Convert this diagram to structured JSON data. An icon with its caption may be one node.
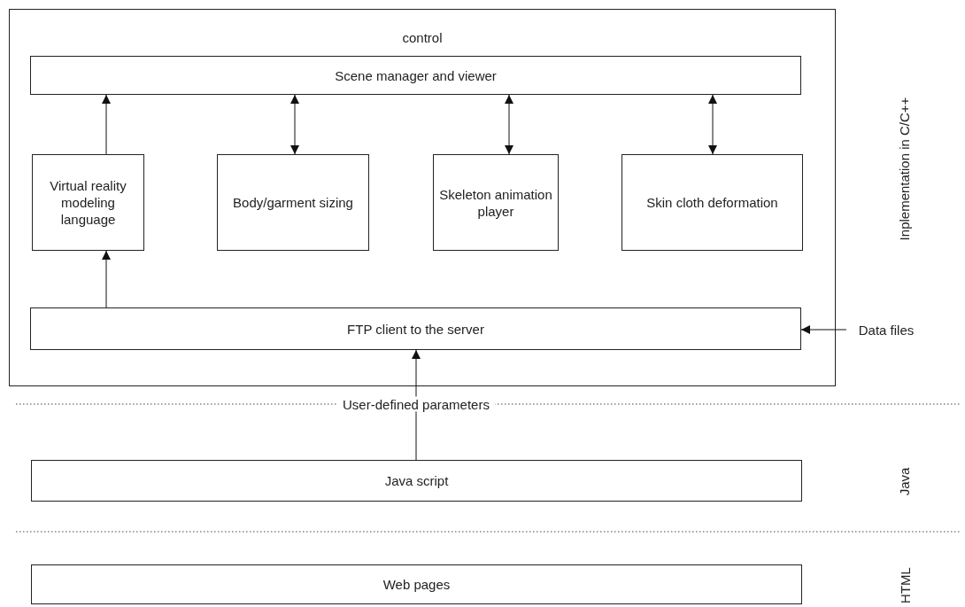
{
  "diagram": {
    "nodes": [
      {
        "text": [
          "control"
        ]
      },
      {
        "text": [
          "Scene manager and viewer"
        ],
        "in": 0
      },
      {
        "text": [
          "Virtual reality modeling language"
        ],
        "in": 0
      },
      {
        "text": [
          "Body/garment sizing"
        ],
        "in": 0
      },
      {
        "text": [
          "Skeleton animation player"
        ],
        "in": 0
      },
      {
        "text": [
          "Skin cloth deformation"
        ],
        "in": 0
      },
      {
        "text": [
          "FTP client to the server"
        ],
        "in": 0
      },
      {
        "text": [
          "Data files"
        ]
      },
      {
        "text": [
          "Java script"
        ]
      },
      {
        "text": [
          "Web pages"
        ]
      }
    ],
    "edges": [
      {
        "from": 2,
        "to": 1,
        "arrow": "to"
      },
      {
        "from": 3,
        "to": 1,
        "arrow": "both"
      },
      {
        "from": 4,
        "to": 1,
        "arrow": "both"
      },
      {
        "from": 5,
        "to": 1,
        "arrow": "both"
      },
      {
        "from": 6,
        "to": 2,
        "arrow": "to"
      },
      {
        "from": 7,
        "to": 6,
        "arrow": "to"
      },
      {
        "from": 8,
        "to": 6,
        "arrow": "to",
        "label": "User-defined parameters"
      }
    ],
    "labels": [
      "Inplementation in C/C++",
      "Java",
      "HTML"
    ]
  }
}
